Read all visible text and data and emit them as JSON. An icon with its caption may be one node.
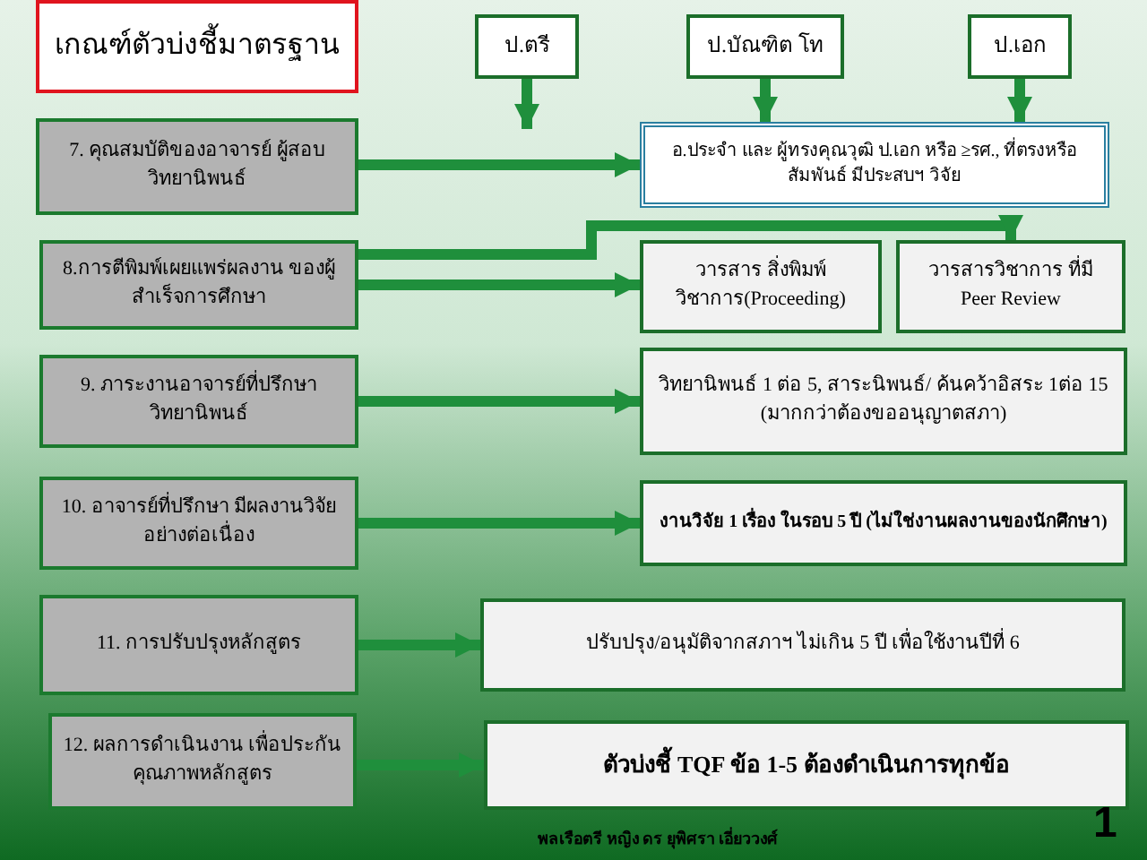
{
  "diagram": {
    "nodes": [
      {
        "text": [
          "เกณฑ์ตัวบ่งชี้มาตรฐาน"
        ]
      },
      {
        "text": [
          "ป.ตรี"
        ]
      },
      {
        "text": [
          "ป.บัณฑิต โท"
        ]
      },
      {
        "text": [
          "ป.เอก"
        ]
      },
      {
        "text": [
          "7. คุณสมบัติของอาจารย์ ผู้สอบวิทยานิพนธ์"
        ]
      },
      {
        "text": [
          "อ.ประจำ และ ผู้ทรงคุณวุฒิ ป.เอก หรือ ≥รศ., ที่ตรงหรือสัมพันธ์ มีประสบฯ วิจัย"
        ]
      },
      {
        "text": [
          "8.การตีพิมพ์เผยแพร่ผลงาน ของผู้สำเร็จการศึกษา"
        ]
      },
      {
        "text": [
          "วารสาร สิ่งพิมพ์ วิชาการ(Proceeding)"
        ]
      },
      {
        "text": [
          "วารสารวิชาการ ที่มี Peer Review"
        ]
      },
      {
        "text": [
          "9. ภาระงานอาจารย์ที่ปรึกษา วิทยานิพนธ์"
        ]
      },
      {
        "text": [
          "วิทยานิพนธ์ 1 ต่อ 5, สาระนิพนธ์/ ค้นคว้าอิสระ 1ต่อ 15 (มากกว่าต้องขออนุญาตสภา)"
        ]
      },
      {
        "text": [
          "10. อาจารย์ที่ปรึกษา มีผลงานวิจัยอย่างต่อเนื่อง"
        ]
      },
      {
        "text": [
          "งานวิจัย 1 เรื่อง ในรอบ 5 ปี (ไม่ใช่งานผลงานของนักศึกษา)"
        ]
      },
      {
        "text": [
          "11. การปรับปรุงหลักสูตร"
        ]
      },
      {
        "text": [
          "ปรับปรุง/อนุมัติจากสภาฯ ไม่เกิน 5 ปี เพื่อใช้งานปีที่ 6"
        ]
      },
      {
        "text": [
          "12. ผลการดำเนินงาน เพื่อประกันคุณภาพหลักสูตร"
        ]
      },
      {
        "text": [
          "ตัวบ่งชี้ TQF ข้อ 1-5 ต้องดำเนินการทุกข้อ"
        ]
      }
    ],
    "edges": [
      {
        "from": 1,
        "to": null,
        "arrow": "to"
      },
      {
        "from": 2,
        "to": 5,
        "arrow": "to"
      },
      {
        "from": 3,
        "to": 5,
        "arrow": "to"
      },
      {
        "from": 4,
        "to": 5,
        "arrow": "to"
      },
      {
        "from": 6,
        "to": 7,
        "arrow": "to"
      },
      {
        "from": 6,
        "to": 8,
        "arrow": "to"
      },
      {
        "from": 9,
        "to": 10,
        "arrow": "to"
      },
      {
        "from": 11,
        "to": 12,
        "arrow": "to"
      },
      {
        "from": 13,
        "to": 14,
        "arrow": "to"
      },
      {
        "from": 15,
        "to": 16,
        "arrow": "to"
      }
    ],
    "labels": [
      "พลเรือตรี หญิง ดร ยุพิศรา เอี่ยววงศ์",
      "1"
    ]
  }
}
